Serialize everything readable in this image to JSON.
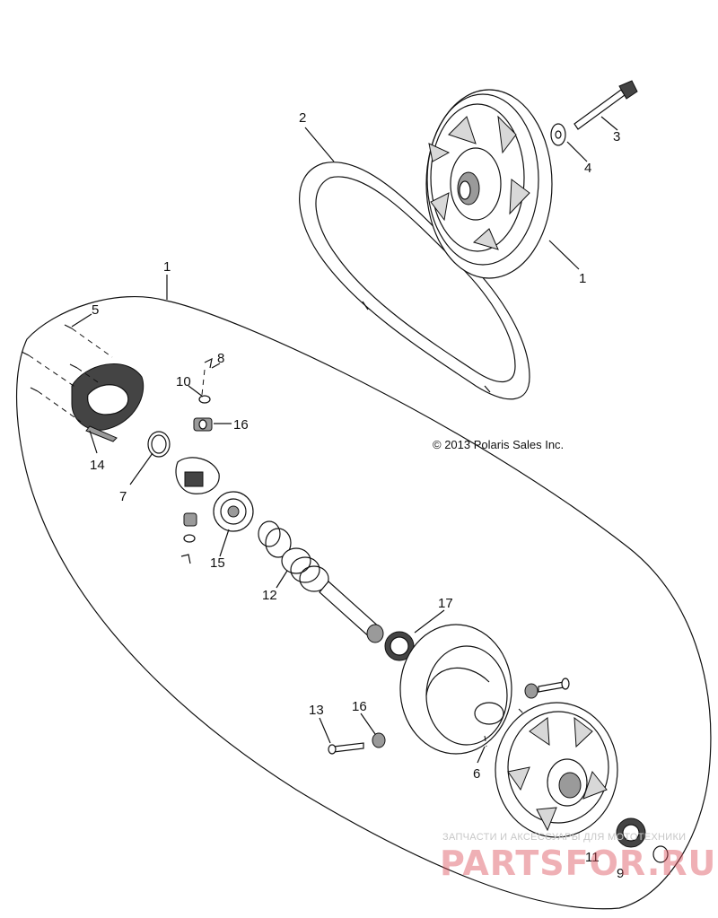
{
  "diagram": {
    "copyright": "© 2013 Polaris Sales Inc.",
    "watermark_small": "ЗАПЧАСТИ И АКСЕССУАРЫ ДЛЯ МОТОТЕХНИКИ",
    "watermark_logo": "PARTSFOR.RU",
    "callouts": {
      "c1_top": "1",
      "c1_side": "1",
      "c2": "2",
      "c3": "3",
      "c4": "4",
      "c5": "5",
      "c6": "6",
      "c7": "7",
      "c8": "8",
      "c9": "9",
      "c10": "10",
      "c11": "11",
      "c12": "12",
      "c13": "13",
      "c14": "14",
      "c15": "15",
      "c16_a": "16",
      "c16_b": "16",
      "c17": "17"
    },
    "colors": {
      "line": "#111111",
      "shade_dark": "#444444",
      "shade_mid": "#9a9a9a",
      "shade_light": "#d8d8d8",
      "watermark": "#dc505a"
    }
  }
}
